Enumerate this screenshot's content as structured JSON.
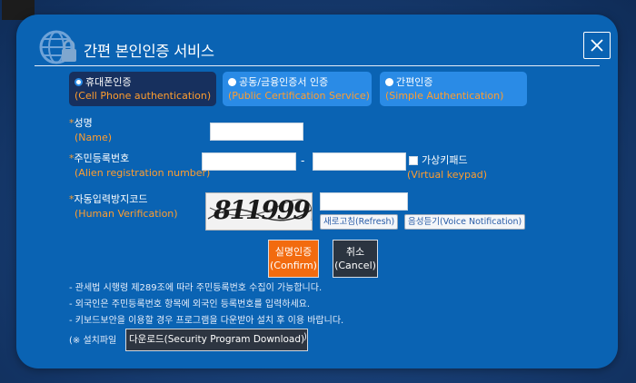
{
  "modal": {
    "title": "간편 본인인증 서비스",
    "close_glyph": "X"
  },
  "tabs": [
    {
      "label_ko": "휴대폰인증",
      "label_en": "(Cell Phone authentication)",
      "selected": true
    },
    {
      "label_ko": "공동/금융인증서 인증",
      "label_en": "(Public Certification Service)",
      "selected": false
    },
    {
      "label_ko": "간편인증",
      "label_en": "(Simple Authentication)",
      "selected": false
    }
  ],
  "form": {
    "required_mark": "*",
    "name": {
      "label_ko": "성명",
      "label_en": "(Name)",
      "value": ""
    },
    "registration": {
      "label_ko": "주민등록번호",
      "label_en": "(Alien registration number)",
      "front_value": "",
      "back_value": "",
      "separator": "-"
    },
    "virtual_keypad": {
      "label_ko": "가상키패드",
      "label_en": "(Virtual keypad)",
      "checked": false
    },
    "captcha": {
      "label_ko": "자동입력방지코드",
      "label_en": "(Human Verification)",
      "image_text": "811999",
      "input_value": "",
      "refresh_label": "새로고침(Refresh)",
      "voice_label": "음성듣기(Voice Notification)"
    }
  },
  "buttons": {
    "confirm_ko": "실명인증",
    "confirm_en": "(Confirm)",
    "cancel_ko": "취소",
    "cancel_en": "(Cancel)"
  },
  "notes": [
    "- 관세법 시행령 제289조에 따라 주민등록번호 수집이 가능합니다.",
    "- 외국인은 주민등록번호 항목에 외국인 등록번호를 입력하세요.",
    "- 키보드보안을 이용할 경우 프로그램을 다운받아 설치 후 이용 바랍니다."
  ],
  "download": {
    "prefix": "(※ 설치파일",
    "button_label": "다운로드(Security Program Download)",
    "suffix": ")"
  },
  "colors": {
    "modal_bg": "#0a63b3",
    "active_tab": "#17305e",
    "inactive_tab": "#2a8be6",
    "accent_orange": "#ff9d2e",
    "confirm_bg": "#f26b0f",
    "cancel_bg": "#2b3440"
  },
  "icons": {
    "logo": "globe-lock-icon",
    "close": "close-icon",
    "radio": "radio-icon"
  }
}
